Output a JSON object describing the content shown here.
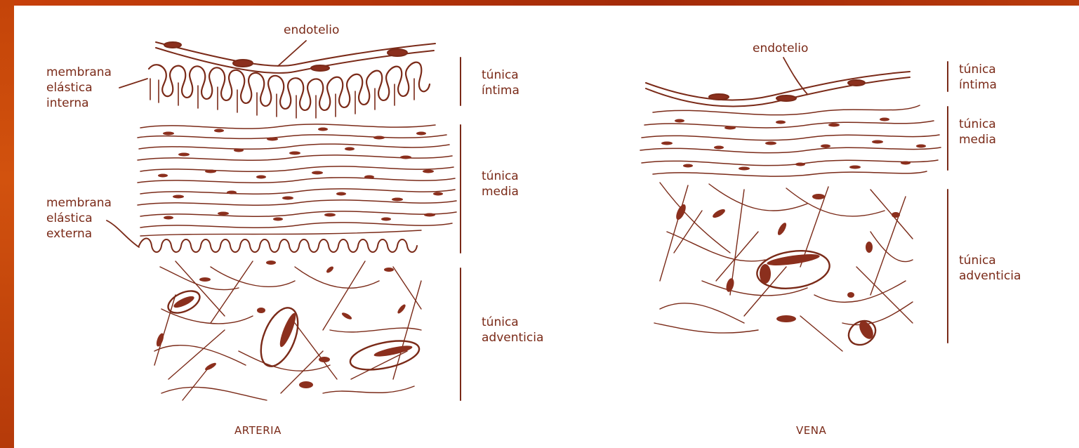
{
  "colors": {
    "ink": "#7a2a18",
    "fill": "#8b2f1d",
    "border": "#c0410b"
  },
  "arteria": {
    "caption": "ARTERIA",
    "endotelio": "endotelio",
    "mem_interna": "membrana\nelástica\ninterna",
    "mem_externa": "membrana\nelástica\nexterna",
    "intima": "túnica\níntima",
    "media": "túnica\nmedia",
    "adventicia": "túnica\nadventicia"
  },
  "vena": {
    "caption": "VENA",
    "endotelio": "endotelio",
    "intima": "túnica\níntima",
    "media": "túnica\nmedia",
    "adventicia": "túnica\nadventicia"
  }
}
